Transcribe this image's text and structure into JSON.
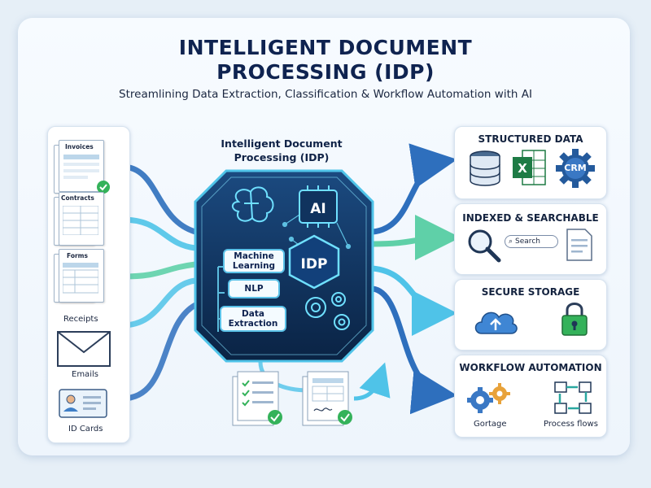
{
  "header": {
    "title_line1": "INTELLIGENT DOCUMENT",
    "title_line2": "PROCESSING (IDP)",
    "subtitle": "Streamlining Data Extraction, Classification & Workflow Automation with AI"
  },
  "inputs": {
    "invoices": "Invoices",
    "contracts": "Contracts",
    "forms": "Forms",
    "receipts": "Receipts",
    "emails": "Emails",
    "id_cards": "ID Cards"
  },
  "core": {
    "title_line1": "Intelligent Document",
    "title_line2": "Processing (IDP)",
    "modules": [
      {
        "line1": "Machine",
        "line2": "Learning"
      },
      {
        "line1": "NLP",
        "line2": ""
      },
      {
        "line1": "Data",
        "line2": "Extraction"
      }
    ],
    "ai_label": "AI",
    "idp_label": "IDP"
  },
  "outputs": {
    "structured": {
      "title": "STRUCTURED DATA",
      "crm": "CRM"
    },
    "indexed": {
      "title": "INDEXED & SEARCHABLE",
      "search": "Search"
    },
    "storage": {
      "title": "SECURE STORAGE"
    },
    "workflow": {
      "title": "WORKFLOW AUTOMATION",
      "left_label": "Gortage",
      "right_label": "Process flows"
    }
  },
  "colors": {
    "navy": "#0f2350",
    "cyan": "#4fc3e8",
    "blue_arrow": "#2e6fbd",
    "green_check": "#34b25a",
    "core_dark": "#0d2a52"
  }
}
